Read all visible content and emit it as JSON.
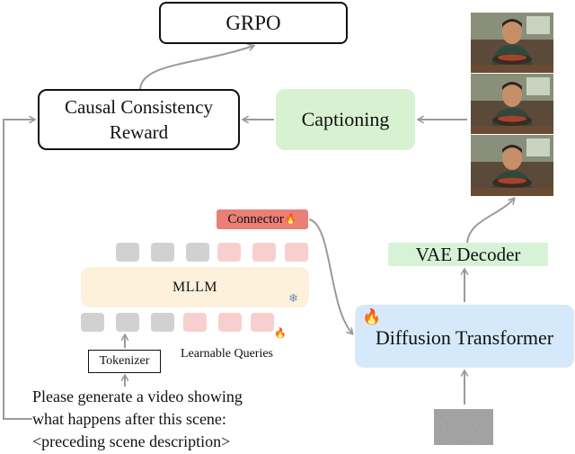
{
  "grpo": {
    "label": "GRPO"
  },
  "reward": {
    "line1": "Causal Consistency",
    "line2": "Reward"
  },
  "captioning": {
    "label": "Captioning"
  },
  "vae": {
    "label": "VAE Decoder"
  },
  "dit": {
    "label": "Diffusion Transformer"
  },
  "connector": {
    "label": "Connector"
  },
  "mllm": {
    "label": "MLLM"
  },
  "tokenizer": {
    "label": "Tokenizer"
  },
  "learnable_queries": {
    "label": "Learnable Queries"
  },
  "prompt": {
    "line1": "Please generate a video showing",
    "line2": "what happens after this scene:",
    "line3": "<preceding scene description>"
  },
  "icons": {
    "trainable": "flame-icon",
    "frozen": "snowflake-icon"
  },
  "colors": {
    "captioning": "#d8f2d1",
    "vae": "#d7f3d7",
    "dit": "#d5e9fb",
    "connector": "#ea7f76",
    "mllm": "#fdf1dc",
    "token_gray": "#d1d1d1",
    "token_pink": "#f8cfcf",
    "arrow": "#9a9a9a"
  }
}
